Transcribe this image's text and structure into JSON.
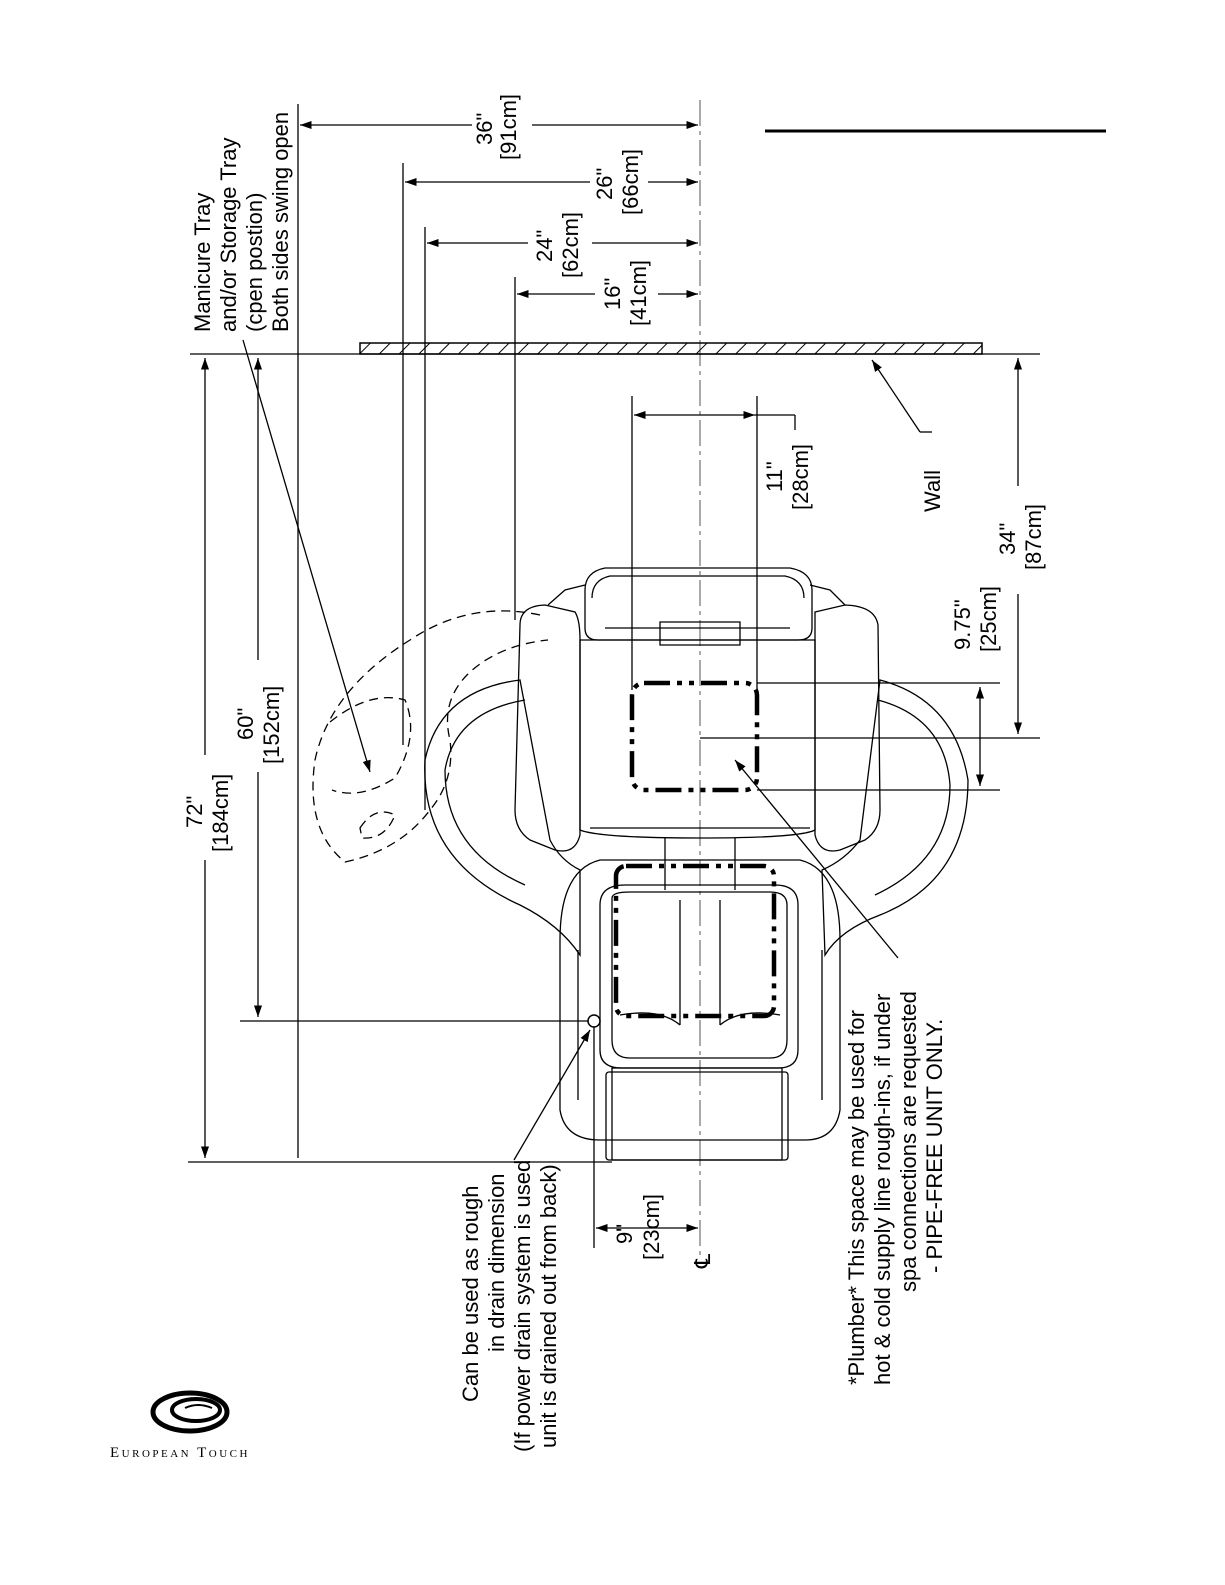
{
  "brand": {
    "logo_text": "European Touch"
  },
  "labels": {
    "tray_1": "Manicure Tray",
    "tray_2": "and/or Storage Tray",
    "tray_3": "(cpen postion)",
    "tray_4": "Both sides swing open",
    "wall": "Wall",
    "drain_1": "Can be used as rough",
    "drain_2": "in drain dimension",
    "drain_3": "(If power drain system is used",
    "drain_4": "unit is drained out from back)",
    "plumb_1": "*Plumber* This space may be used for",
    "plumb_2": "hot & cold supply line rough-ins, if under",
    "plumb_3": "spa connections are requested",
    "plumb_4": "- PIPE-FREE UNIT ONLY.",
    "centerline": "℄"
  },
  "dimensions": {
    "d36_in": "36\"",
    "d36_cm": "[91cm]",
    "d26_in": "26\"",
    "d26_cm": "[66cm]",
    "d24_in": "24\"",
    "d24_cm": "[62cm]",
    "d16_in": "16\"",
    "d16_cm": "[41cm]",
    "d11_in": "11\"",
    "d11_cm": "[28cm]",
    "d72_in": "72\"",
    "d72_cm": "[184cm]",
    "d60_in": "60\"",
    "d60_cm": "[152cm]",
    "d34_in": "34\"",
    "d34_cm": "[87cm]",
    "d975_in": "9.75\"",
    "d975_cm": "[25cm]",
    "d9_in": "9\"",
    "d9_cm": "[23cm]"
  }
}
